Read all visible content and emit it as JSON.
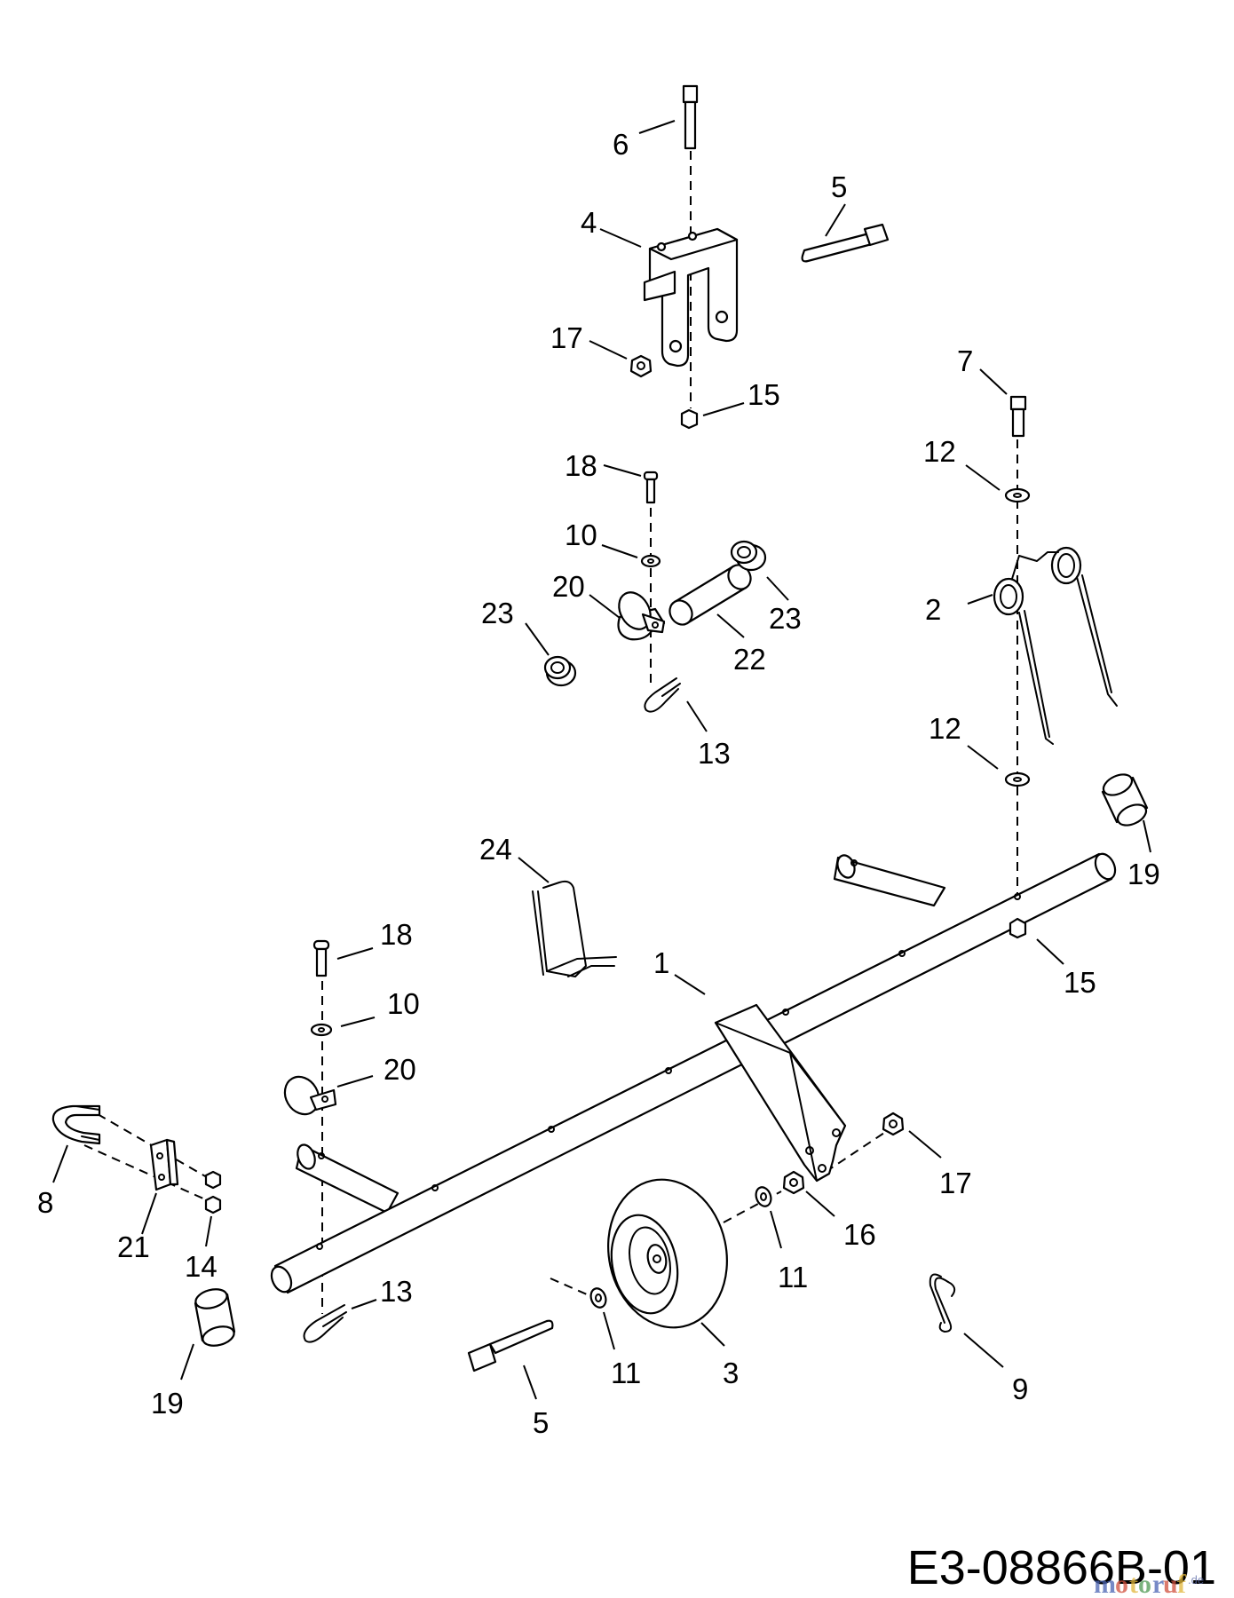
{
  "drawing_number": "E3-08866B-01",
  "watermark": {
    "text": "motoruf",
    "suffix": ".de",
    "colors": [
      "#4a64b4",
      "#d14f3d",
      "#e2b63a",
      "#4e9a54"
    ]
  },
  "callouts": [
    {
      "id": "6",
      "text": "6"
    },
    {
      "id": "5a",
      "text": "5"
    },
    {
      "id": "4",
      "text": "4"
    },
    {
      "id": "17a",
      "text": "17"
    },
    {
      "id": "15a",
      "text": "15"
    },
    {
      "id": "7",
      "text": "7"
    },
    {
      "id": "12a",
      "text": "12"
    },
    {
      "id": "18a",
      "text": "18"
    },
    {
      "id": "10a",
      "text": "10"
    },
    {
      "id": "20a",
      "text": "20"
    },
    {
      "id": "23a",
      "text": "23"
    },
    {
      "id": "23b",
      "text": "23"
    },
    {
      "id": "22",
      "text": "22"
    },
    {
      "id": "2",
      "text": "2"
    },
    {
      "id": "13a",
      "text": "13"
    },
    {
      "id": "12b",
      "text": "12"
    },
    {
      "id": "19a",
      "text": "19"
    },
    {
      "id": "24",
      "text": "24"
    },
    {
      "id": "1",
      "text": "1"
    },
    {
      "id": "15b",
      "text": "15"
    },
    {
      "id": "18b",
      "text": "18"
    },
    {
      "id": "10b",
      "text": "10"
    },
    {
      "id": "20b",
      "text": "20"
    },
    {
      "id": "8",
      "text": "8"
    },
    {
      "id": "21",
      "text": "21"
    },
    {
      "id": "14",
      "text": "14"
    },
    {
      "id": "17b",
      "text": "17"
    },
    {
      "id": "16",
      "text": "16"
    },
    {
      "id": "11a",
      "text": "11"
    },
    {
      "id": "13b",
      "text": "13"
    },
    {
      "id": "11b",
      "text": "11"
    },
    {
      "id": "3",
      "text": "3"
    },
    {
      "id": "9",
      "text": "9"
    },
    {
      "id": "19b",
      "text": "19"
    },
    {
      "id": "5b",
      "text": "5"
    }
  ]
}
